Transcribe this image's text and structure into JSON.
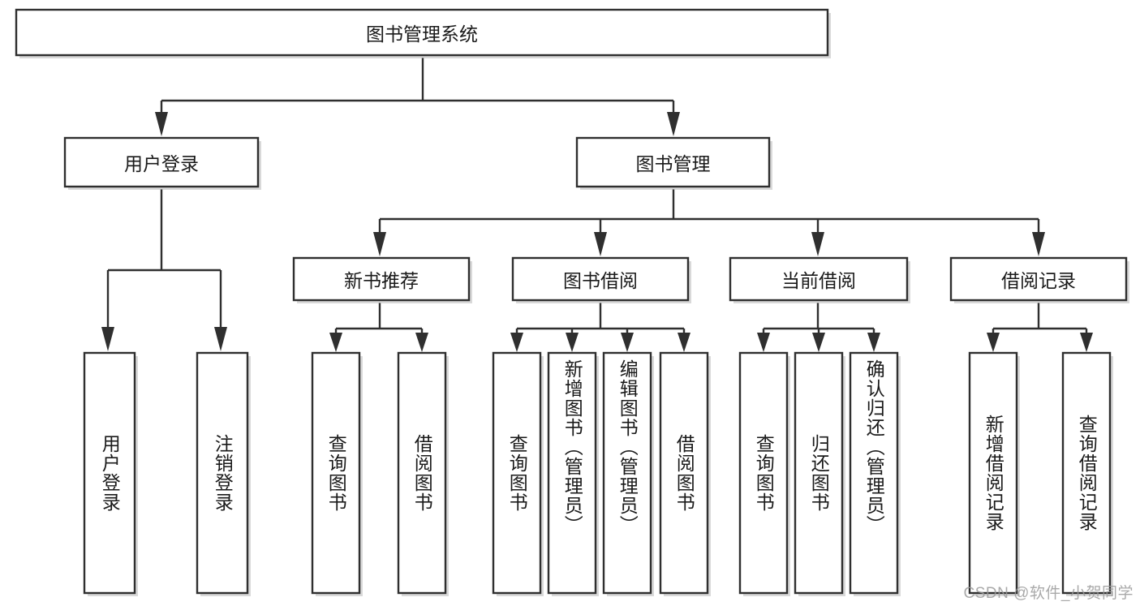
{
  "diagram": {
    "type": "tree-hierarchy-flowchart",
    "title": "图书管理系统",
    "orientation": "top-down",
    "style": {
      "box_fill": "#ffffff",
      "box_stroke": "#2f2f2f",
      "connector_color": "#2f2f2f",
      "text_color": "#1a1a1a",
      "background": "#ffffff",
      "shadow": "#b9b9b9"
    },
    "nodes": {
      "root": {
        "label": "图书管理系统",
        "level": 0,
        "text_direction": "horizontal"
      },
      "user_login": {
        "label": "用户登录",
        "level": 1,
        "text_direction": "horizontal"
      },
      "book_manage": {
        "label": "图书管理",
        "level": 1,
        "text_direction": "horizontal"
      },
      "new_book_rec": {
        "label": "新书推荐",
        "level": 2,
        "text_direction": "horizontal"
      },
      "book_borrow": {
        "label": "图书借阅",
        "level": 2,
        "text_direction": "horizontal"
      },
      "current_borrow": {
        "label": "当前借阅",
        "level": 2,
        "text_direction": "horizontal"
      },
      "borrow_record": {
        "label": "借阅记录",
        "level": 2,
        "text_direction": "horizontal"
      },
      "leaf_user_login": {
        "label": "用户登录",
        "level": 3,
        "text_direction": "vertical"
      },
      "leaf_logout": {
        "label": "注销登录",
        "level": 3,
        "text_direction": "vertical"
      },
      "leaf_query_book_1": {
        "label": "查询图书",
        "level": 3,
        "text_direction": "vertical"
      },
      "leaf_borrow_book_1": {
        "label": "借阅图书",
        "level": 3,
        "text_direction": "vertical"
      },
      "leaf_query_book_2": {
        "label": "查询图书",
        "level": 3,
        "text_direction": "vertical"
      },
      "leaf_add_book": {
        "label": "新增图书（管理员）",
        "level": 3,
        "text_direction": "vertical"
      },
      "leaf_edit_book": {
        "label": "编辑图书（管理员）",
        "level": 3,
        "text_direction": "vertical"
      },
      "leaf_borrow_book_2": {
        "label": "借阅图书",
        "level": 3,
        "text_direction": "vertical"
      },
      "leaf_query_book_3": {
        "label": "查询图书",
        "level": 3,
        "text_direction": "vertical"
      },
      "leaf_return_book": {
        "label": "归还图书",
        "level": 3,
        "text_direction": "vertical"
      },
      "leaf_confirm_return": {
        "label": "确认归还（管理员）",
        "level": 3,
        "text_direction": "vertical"
      },
      "leaf_add_record": {
        "label": "新增借阅记录",
        "level": 3,
        "text_direction": "vertical"
      },
      "leaf_query_record": {
        "label": "查询借阅记录",
        "level": 3,
        "text_direction": "vertical"
      }
    },
    "edges": [
      {
        "from": "root",
        "to": "user_login"
      },
      {
        "from": "root",
        "to": "book_manage"
      },
      {
        "from": "user_login",
        "to": "leaf_user_login"
      },
      {
        "from": "user_login",
        "to": "leaf_logout"
      },
      {
        "from": "book_manage",
        "to": "new_book_rec"
      },
      {
        "from": "book_manage",
        "to": "book_borrow"
      },
      {
        "from": "book_manage",
        "to": "current_borrow"
      },
      {
        "from": "book_manage",
        "to": "borrow_record"
      },
      {
        "from": "new_book_rec",
        "to": "leaf_query_book_1"
      },
      {
        "from": "new_book_rec",
        "to": "leaf_borrow_book_1"
      },
      {
        "from": "book_borrow",
        "to": "leaf_query_book_2"
      },
      {
        "from": "book_borrow",
        "to": "leaf_add_book"
      },
      {
        "from": "book_borrow",
        "to": "leaf_edit_book"
      },
      {
        "from": "book_borrow",
        "to": "leaf_borrow_book_2"
      },
      {
        "from": "current_borrow",
        "to": "leaf_query_book_3"
      },
      {
        "from": "current_borrow",
        "to": "leaf_return_book"
      },
      {
        "from": "current_borrow",
        "to": "leaf_confirm_return"
      },
      {
        "from": "borrow_record",
        "to": "leaf_add_record"
      },
      {
        "from": "borrow_record",
        "to": "leaf_query_record"
      }
    ]
  },
  "watermark": {
    "text": "CSDN @软件_小贺同学"
  }
}
